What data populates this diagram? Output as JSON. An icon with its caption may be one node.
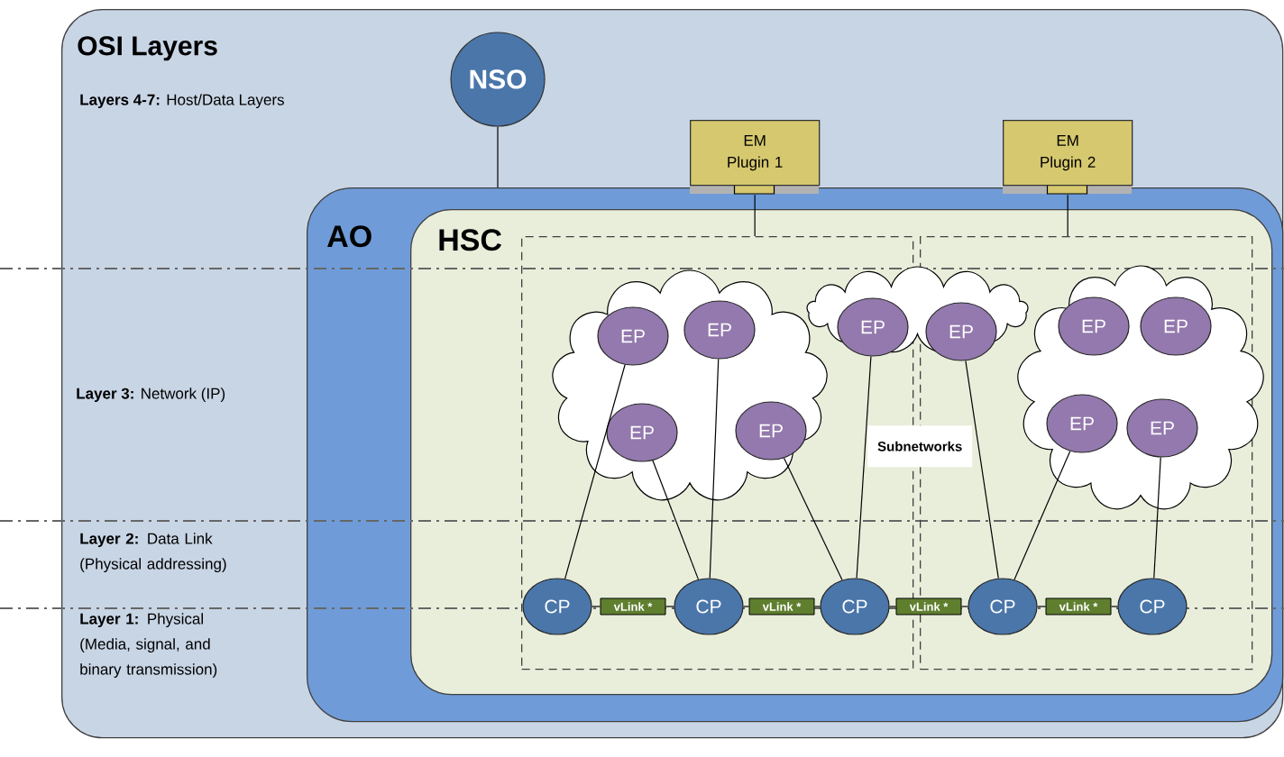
{
  "diagram": {
    "nodes": [
      {
        "text": [
          "OSI Layers"
        ]
      },
      {
        "text": [
          "NSO"
        ],
        "in": 0
      },
      {
        "text": [
          "EM Plugin 1"
        ],
        "in": 0
      },
      {
        "text": [
          "EM Plugin 2"
        ],
        "in": 0
      },
      {
        "text": [
          "AO"
        ],
        "in": 0
      },
      {
        "text": [
          "HSC"
        ],
        "in": 4
      },
      {
        "text": [],
        "shape": "box",
        "in": 5
      },
      {
        "text": [],
        "shape": "box",
        "in": 5
      },
      {
        "text": [],
        "shape": "cloud",
        "in": 6
      },
      {
        "text": [],
        "shape": "cloud",
        "in": 5
      },
      {
        "text": [],
        "shape": "cloud",
        "in": 7
      },
      {
        "text": [
          "Subnetworks"
        ],
        "in": 5
      },
      {
        "text": [
          "EP"
        ],
        "in": 8
      },
      {
        "text": [
          "EP"
        ],
        "in": 8
      },
      {
        "text": [
          "EP"
        ],
        "in": 8
      },
      {
        "text": [
          "EP"
        ],
        "in": 8
      },
      {
        "text": [
          "EP"
        ]
      },
      {
        "text": [
          "EP"
        ],
        "in": 7
      },
      {
        "text": [
          "EP"
        ],
        "in": 10
      },
      {
        "text": [
          "EP"
        ],
        "in": 10
      },
      {
        "text": [
          "EP"
        ],
        "in": 10
      },
      {
        "text": [
          "EP"
        ],
        "in": 10
      },
      {
        "text": [
          "CP"
        ],
        "in": 6
      },
      {
        "text": [
          "CP"
        ],
        "in": 6
      },
      {
        "text": [
          "CP"
        ],
        "in": 6
      },
      {
        "text": [
          "CP"
        ],
        "in": 7
      },
      {
        "text": [
          "CP"
        ],
        "in": 7
      },
      {
        "text": [
          "vLink *"
        ],
        "in": 6
      },
      {
        "text": [
          "vLink *"
        ],
        "in": 6
      },
      {
        "text": [
          "vLink *"
        ],
        "in": 5
      },
      {
        "text": [
          "vLink *"
        ],
        "in": 7
      }
    ],
    "edges": [
      {
        "from": 1,
        "to": 4,
        "arrow": "none"
      },
      {
        "from": 2,
        "to": 6,
        "arrow": "none"
      },
      {
        "from": 3,
        "to": 7,
        "arrow": "none"
      },
      {
        "from": 22,
        "to": 12,
        "arrow": "none"
      },
      {
        "from": 23,
        "to": 14,
        "arrow": "none"
      },
      {
        "from": 23,
        "to": 13,
        "arrow": "none"
      },
      {
        "from": 24,
        "to": 15,
        "arrow": "none"
      },
      {
        "from": 24,
        "to": 16,
        "arrow": "none"
      },
      {
        "from": 25,
        "to": 17,
        "arrow": "none"
      },
      {
        "from": 25,
        "to": 20,
        "arrow": "none"
      },
      {
        "from": 26,
        "to": 21,
        "arrow": "none"
      },
      {
        "from": 22,
        "to": 27,
        "arrow": "none"
      },
      {
        "from": 27,
        "to": 23,
        "arrow": "none"
      },
      {
        "from": 23,
        "to": 28,
        "arrow": "none"
      },
      {
        "from": 28,
        "to": 24,
        "arrow": "none"
      },
      {
        "from": 24,
        "to": 29,
        "arrow": "none"
      },
      {
        "from": 29,
        "to": 25,
        "arrow": "none"
      },
      {
        "from": 25,
        "to": 30,
        "arrow": "none"
      },
      {
        "from": 30,
        "to": 26,
        "arrow": "none"
      }
    ],
    "labels": [
      "**Layers 4-7:** Host/Data Layers",
      "**Layer 3:** Network (IP)",
      "**Layer 2:** Data Link (Physical addressing)",
      "**Layer 1:** Physical (Media, signal, and binary transmission)"
    ]
  }
}
